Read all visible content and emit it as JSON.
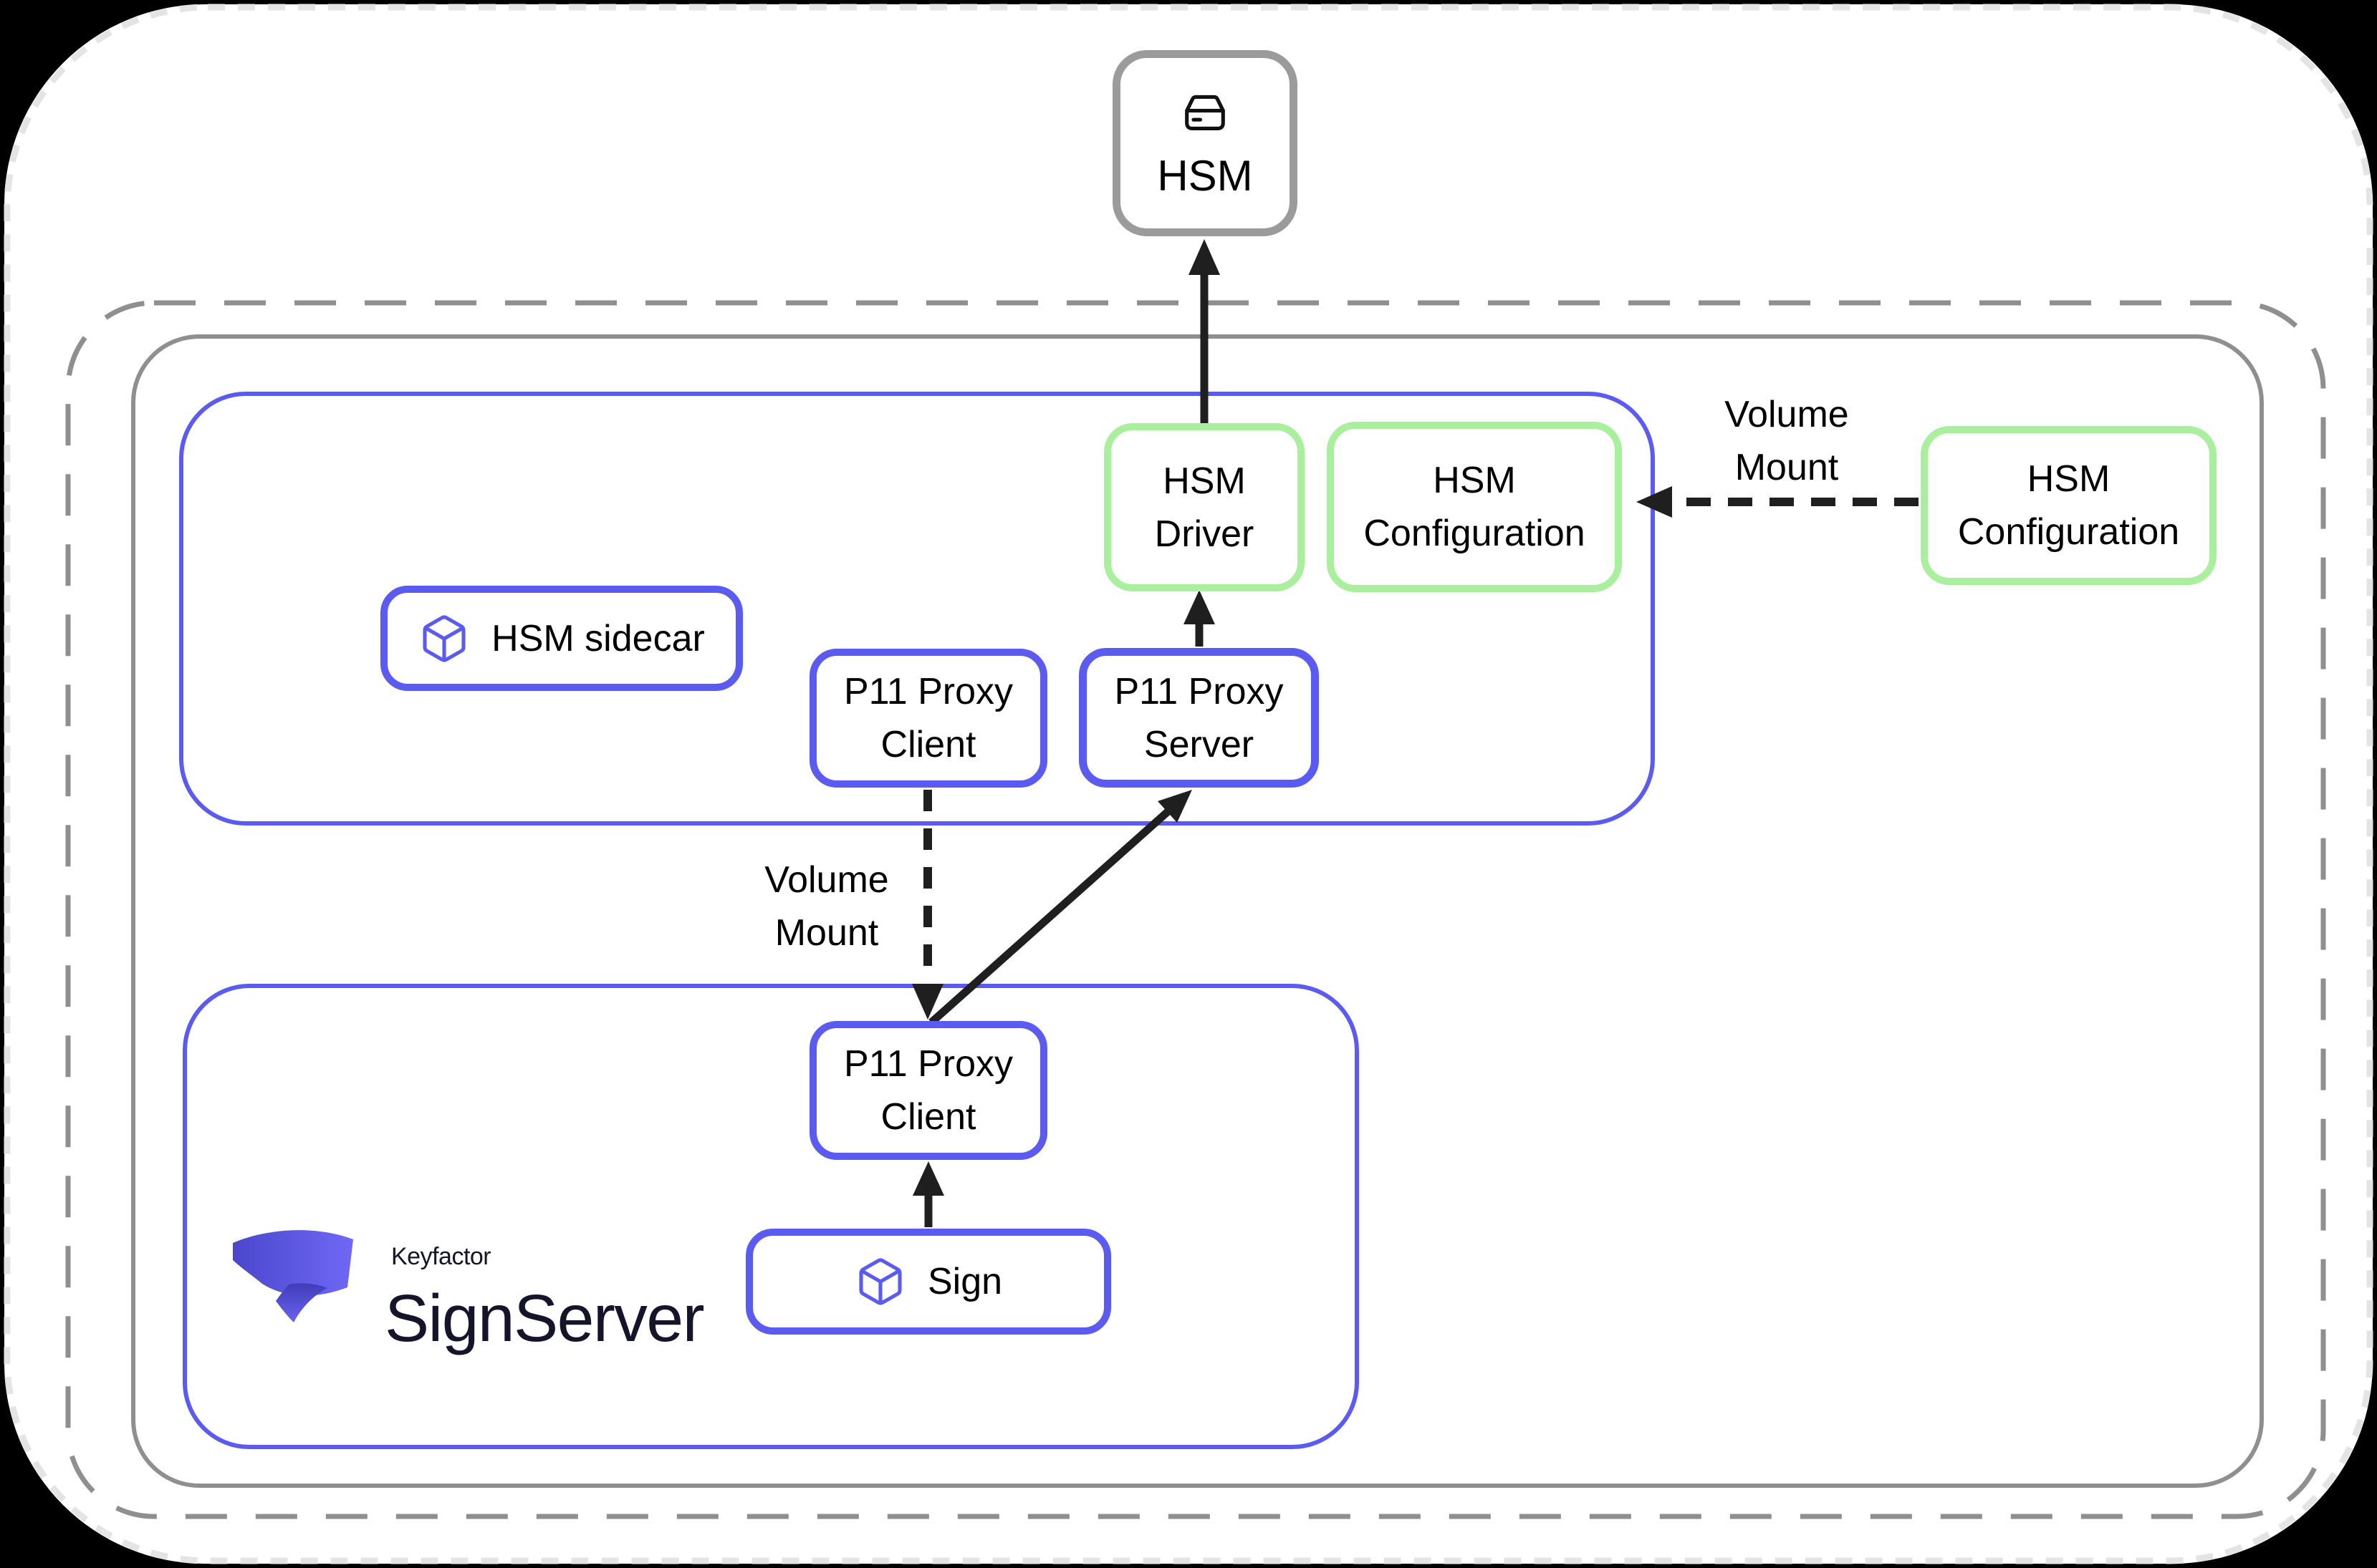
{
  "title": "SignServer HSM sidecar deployment diagram",
  "colors": {
    "blue": "#5b5bf2",
    "green": "#a9ef9e",
    "gray": "#8f8f8f",
    "arrow": "#1f1f1f",
    "edge_dash": "#e4e4e4",
    "text": "#000000",
    "logo_text": "#14142b",
    "logo_from": "#4b47cc",
    "logo_to": "#6f68f6",
    "logo_tail_from": "#403cb8",
    "logo_tail_to": "#6a63f0"
  },
  "nodes": {
    "hsm": {
      "label": "HSM",
      "icon": "hard-drive-icon"
    },
    "hsm_driver": {
      "lines": [
        "HSM",
        "Driver"
      ]
    },
    "hsm_config_inner": {
      "lines": [
        "HSM",
        "Configuration"
      ]
    },
    "hsm_config_outer": {
      "lines": [
        "HSM",
        "Configuration"
      ]
    },
    "hsm_sidecar": {
      "label": "HSM sidecar",
      "icon": "cube-icon"
    },
    "p11_client_top": {
      "lines": [
        "P11 Proxy",
        "Client"
      ]
    },
    "p11_server": {
      "lines": [
        "P11 Proxy",
        "Server"
      ]
    },
    "p11_client_bottom": {
      "lines": [
        "P11 Proxy",
        "Client"
      ]
    },
    "sign": {
      "label": "Sign",
      "icon": "cube-icon"
    }
  },
  "edge_labels": {
    "volume_mount_right": {
      "lines": [
        "Volume",
        "Mount"
      ]
    },
    "volume_mount_mid": {
      "lines": [
        "Volume",
        "Mount"
      ]
    }
  },
  "edges": [
    {
      "from": "hsm-driver",
      "to": "hsm",
      "style": "solid"
    },
    {
      "from": "p11-proxy-server",
      "to": "hsm-driver",
      "style": "solid"
    },
    {
      "from": "p11-proxy-client-bottom",
      "to": "p11-proxy-server",
      "style": "solid"
    },
    {
      "from": "p11-proxy-client-top",
      "to": "p11-proxy-client-bottom",
      "style": "dashed",
      "label": "Volume Mount"
    },
    {
      "from": "sign",
      "to": "p11-proxy-client-bottom",
      "style": "solid"
    },
    {
      "from": "hsm-configuration-external",
      "to": "hsm-configuration-internal",
      "style": "dashed",
      "label": "Volume Mount"
    }
  ],
  "logo": {
    "brand": "Keyfactor",
    "product": "SignServer"
  }
}
